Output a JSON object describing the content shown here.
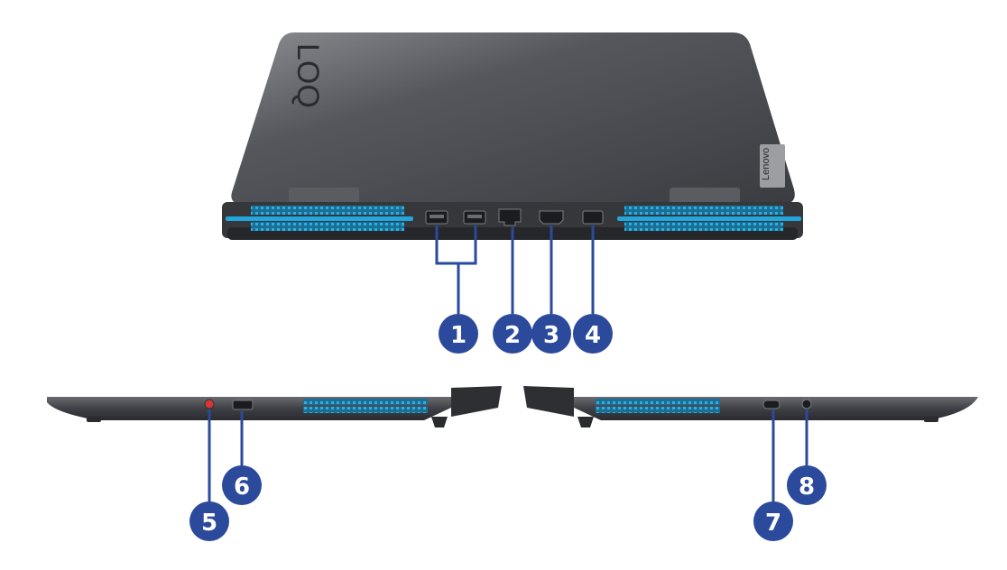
{
  "laptop": {
    "lid_logo": "LOQ",
    "brand_logo": "Lenovo"
  },
  "callouts": [
    {
      "number": "1"
    },
    {
      "number": "2"
    },
    {
      "number": "3"
    },
    {
      "number": "4"
    },
    {
      "number": "5"
    },
    {
      "number": "6"
    },
    {
      "number": "7"
    },
    {
      "number": "8"
    }
  ],
  "colors": {
    "callout_fill": "#2b4a9b",
    "leader_line": "#2b4a9b",
    "vent_accent": "#1fa3d6",
    "chassis": "#3b3d42"
  }
}
